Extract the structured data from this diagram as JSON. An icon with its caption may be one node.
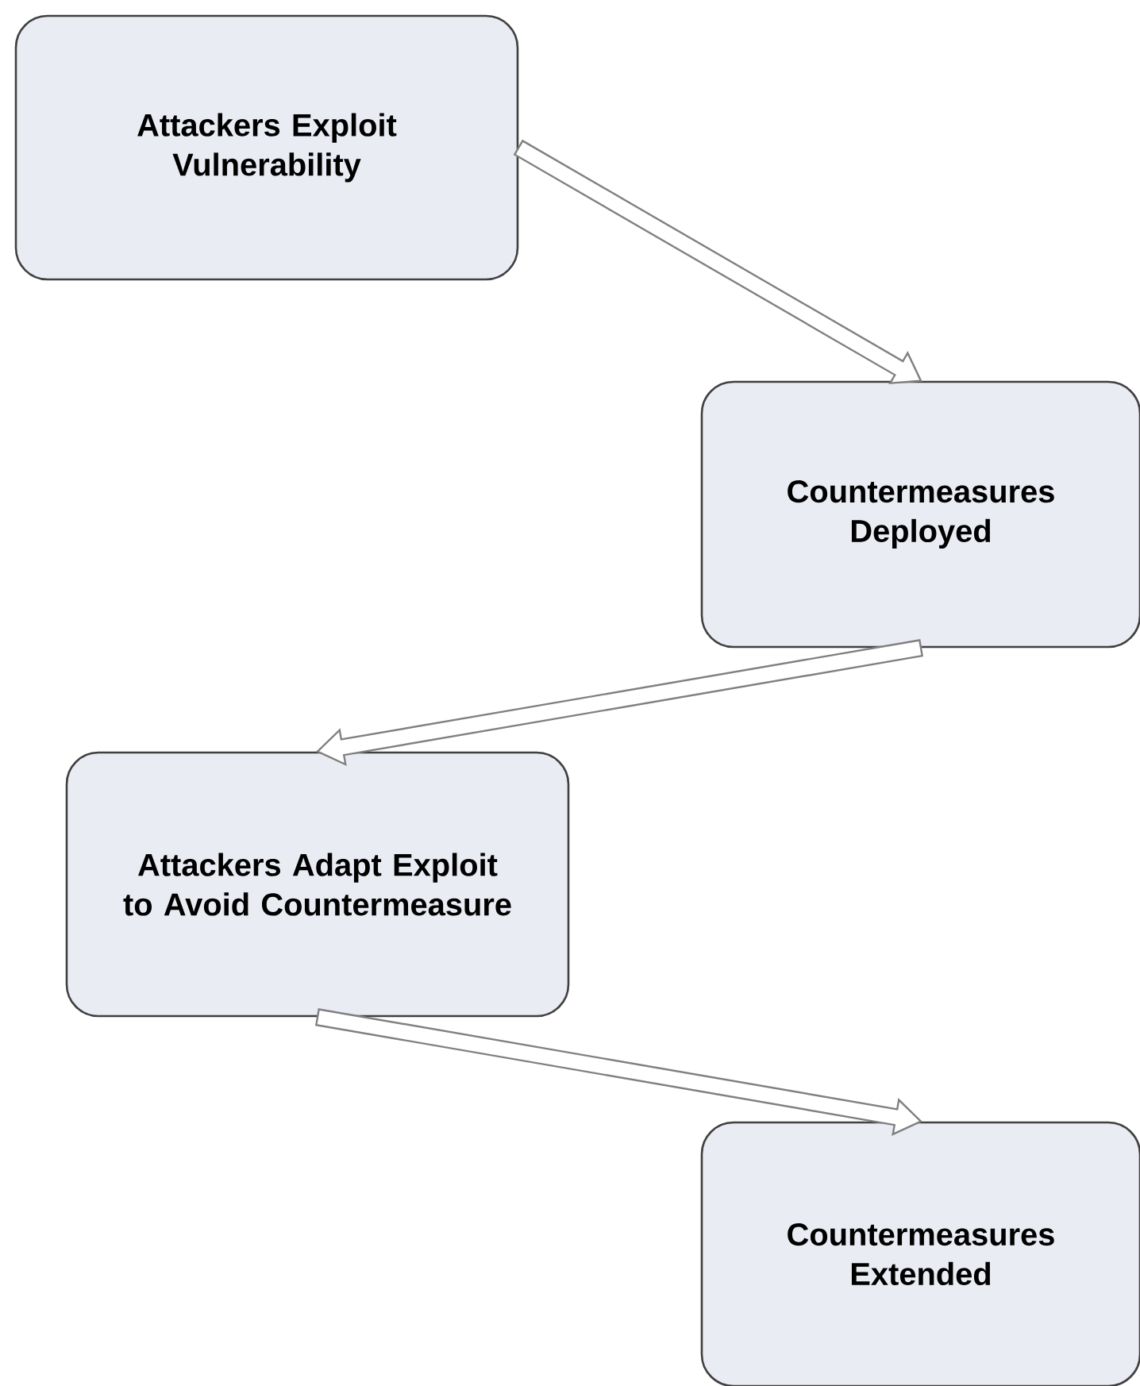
{
  "diagram": {
    "nodes": [
      {
        "text": [
          "Attackers Exploit Vulnerability"
        ]
      },
      {
        "text": [
          "Countermeasures Deployed"
        ]
      },
      {
        "text": [
          "Attackers Adapt Exploit to Avoid Countermeasure"
        ]
      },
      {
        "text": [
          "Countermeasures Extended"
        ]
      }
    ],
    "edges": [
      {
        "from": 0,
        "to": 1,
        "arrow": "to"
      },
      {
        "from": 1,
        "to": 2,
        "arrow": "to"
      },
      {
        "from": 2,
        "to": 3,
        "arrow": "to"
      }
    ]
  }
}
